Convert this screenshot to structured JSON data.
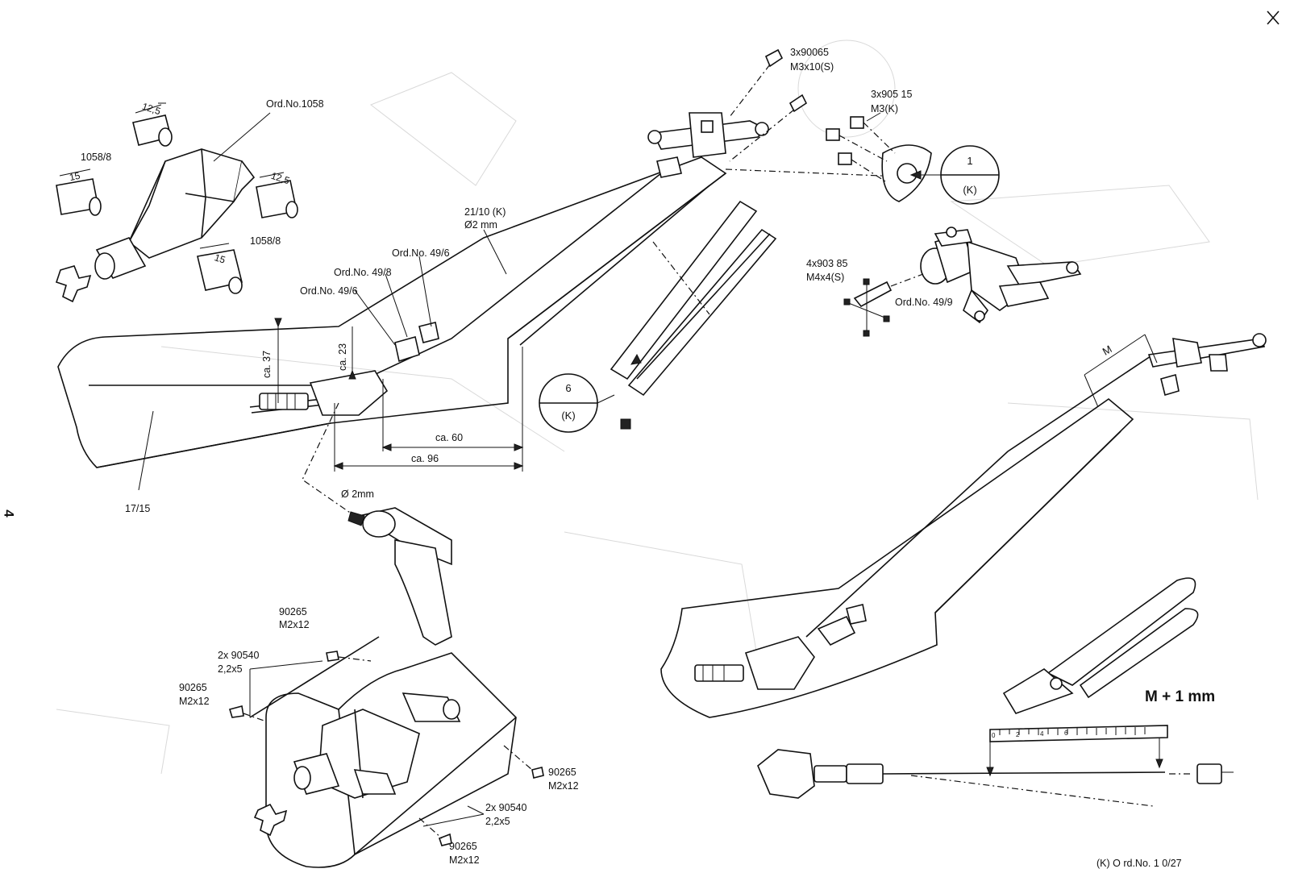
{
  "page_number": "4",
  "corner_mark": "✕",
  "labels": {
    "ordno_1058": "Ord.No.1058",
    "part_1058_8_a": "1058/8",
    "part_1058_8_b": "1058/8",
    "dim_12_5_a": "12,5",
    "dim_15_a": "15",
    "dim_12_5_b": "12,5",
    "dim_15_b": "15",
    "screw_90065_qty": "3x90065",
    "screw_90065_size": "M3x10(S)",
    "nut_90515_qty": "3x905 15",
    "nut_90515_size": "M3(K)",
    "circle1_top": "1",
    "circle1_bottom": "(K)",
    "rod_21_10": "21/10 (K)",
    "rod_diameter": "Ø2 mm",
    "ordno_49_6_top": "Ord.No. 49/6",
    "ordno_49_8": "Ord.No. 49/8",
    "ordno_49_6_left": "Ord.No. 49/6",
    "dim_ca37": "ca. 37",
    "dim_ca23": "ca. 23",
    "dim_ca60": "ca. 60",
    "dim_ca96": "ca. 96",
    "circle6_top": "6",
    "circle6_bottom": "(K)",
    "screw_90385_qty": "4x903 85",
    "screw_90385_size": "M4x4(S)",
    "ordno_49_9": "Ord.No. 49/9",
    "part_17_15": "17/15",
    "drill_diameter": "Ø 2mm",
    "dim_M": "M",
    "m_plus_1": "M + 1 mm",
    "scale_ticks": [
      "0",
      "2",
      "4",
      "6"
    ],
    "screw_90265_top_code": "90265",
    "screw_90265_top_size": "M2x12",
    "washer_90540_top_qty": "2x 90540",
    "washer_90540_top_size": "2,2x5",
    "screw_90265_left_code": "90265",
    "screw_90265_left_size": "M2x12",
    "screw_90265_right_code": "90265",
    "screw_90265_right_size": "M2x12",
    "washer_90540_bot_qty": "2x 90540",
    "washer_90540_bot_size": "2,2x5",
    "screw_90265_bot_code": "90265",
    "screw_90265_bot_size": "M2x12",
    "footer_ordno": "(K) O rd.No. 1 0/27"
  }
}
